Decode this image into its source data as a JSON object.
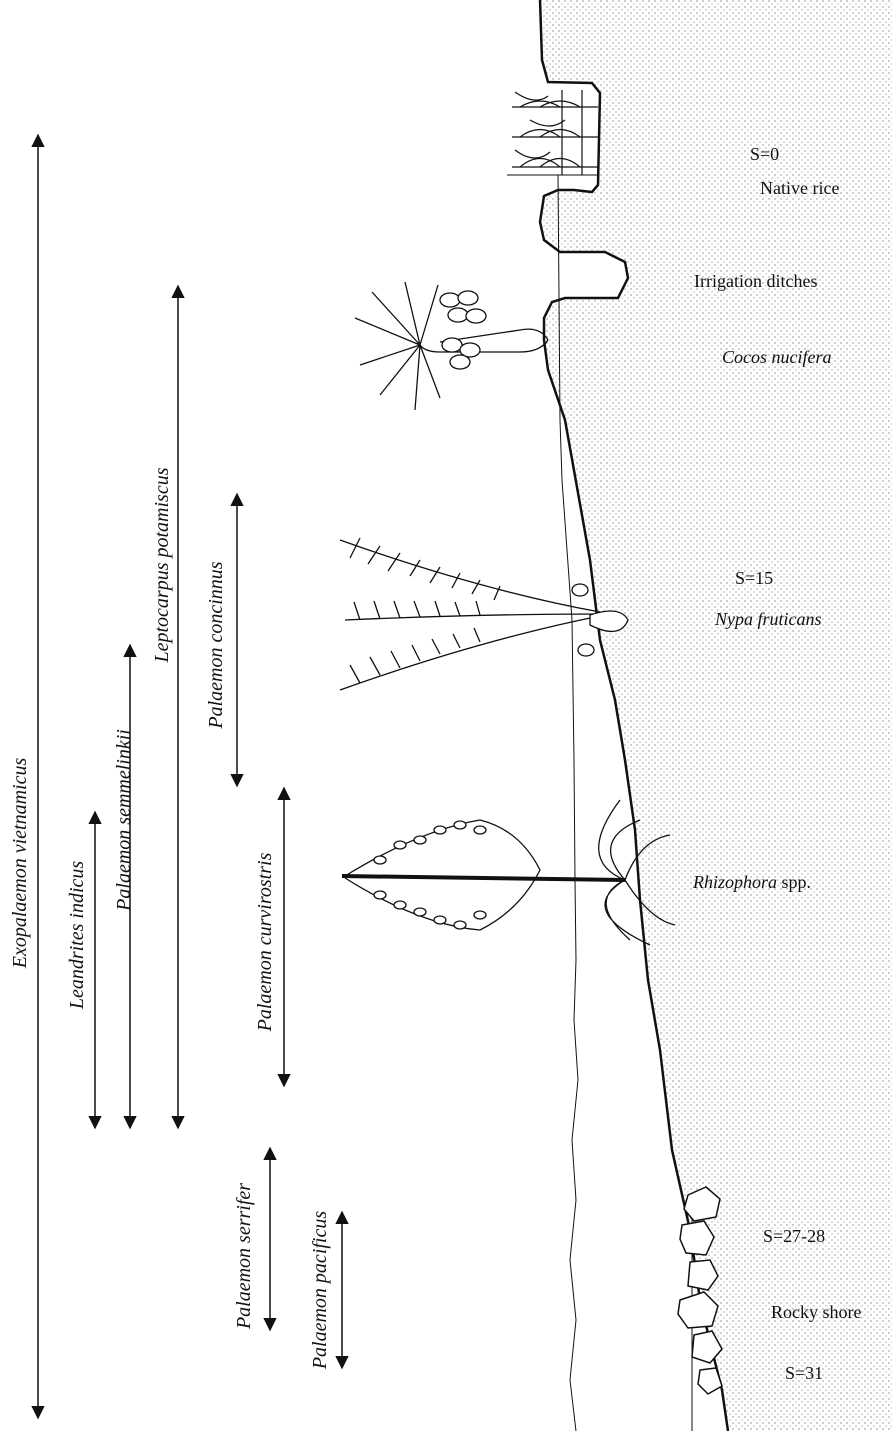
{
  "species": [
    {
      "id": "exopalaemon",
      "name": "Exopalaemon vietnamicus"
    },
    {
      "id": "leandrites",
      "name": "Leandrites indicus"
    },
    {
      "id": "semmelinkii",
      "name": "Palaemon semmelinkii"
    },
    {
      "id": "leptocarpus",
      "name": "Leptocarpus potamiscus"
    },
    {
      "id": "concinnus",
      "name": "Palaemon concinnus"
    },
    {
      "id": "curvirostris",
      "name": "Palaemon curvirostris"
    },
    {
      "id": "serrifer",
      "name": "Palaemon serrifer"
    },
    {
      "id": "pacificus",
      "name": "Palaemon pacificus"
    }
  ],
  "labels": {
    "s0": "S=0",
    "native_rice": "Native rice",
    "irrigation": "Irrigation ditches",
    "cocos": "Cocos nucifera",
    "s15": "S=15",
    "nypa": "Nypa fruticans",
    "rhizophora_genus": "Rhizophora",
    "rhizophora_spp": " spp.",
    "s27": "S=27-28",
    "rocky": "Rocky shore",
    "s31": "S=31"
  },
  "colors": {
    "ink": "#111111",
    "stipple": "#d9d9d9"
  }
}
